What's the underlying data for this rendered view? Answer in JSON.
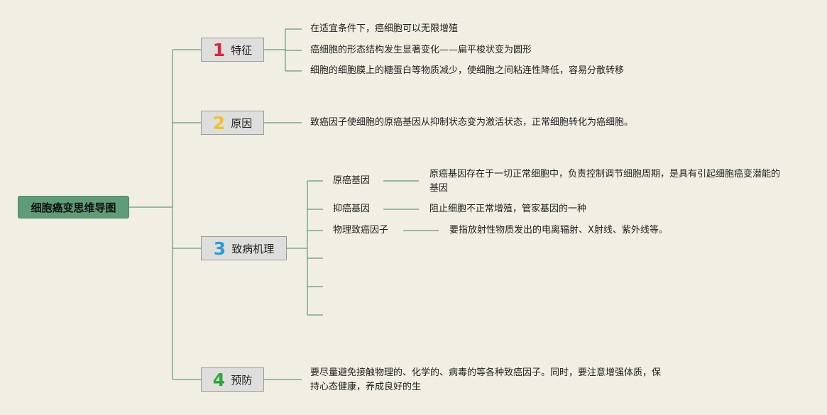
{
  "root": {
    "label": "细胞癌变思维导图"
  },
  "topics": [
    {
      "num": "1",
      "label": "特征",
      "num_color": "#d9263b"
    },
    {
      "num": "2",
      "label": "原因",
      "num_color": "#f2c02c"
    },
    {
      "num": "3",
      "label": "致病机理",
      "num_color": "#2f9ad8"
    },
    {
      "num": "4",
      "label": "预防",
      "num_color": "#2fa63b"
    }
  ],
  "features": [
    "在适宜条件下，癌细胞可以无限增殖",
    "癌细胞的形态结构发生显著变化——扁平梭状变为圆形",
    "细胞的细胞膜上的糖蛋白等物质减少，使细胞之间粘连性降低，容易分散转移"
  ],
  "cause": {
    "text": "致癌因子使细胞的原癌基因从抑制状态变为激活状态，正常细胞转化为癌细胞。"
  },
  "mechanism": [
    {
      "term": "原癌基因",
      "desc": "原癌基因存在于一切正常细胞中，负责控制调节细胞周期，是具有引起细胞癌变潜能的基因"
    },
    {
      "term": "抑癌基因",
      "desc": "阻止细胞不正常增殖，管家基因的一种"
    },
    {
      "term": "物理致癌因子",
      "desc": "要指放射性物质发出的电离辐射、X射线、紫外线等。"
    }
  ],
  "prevention": {
    "text": "要尽量避免接触物理的、化学的、病毒的等各种致癌因子。同时，要注意增强体质，保持心态健康，养成良好的生"
  },
  "colors": {
    "line": "#5f9d78",
    "background": "#f1eee4"
  }
}
